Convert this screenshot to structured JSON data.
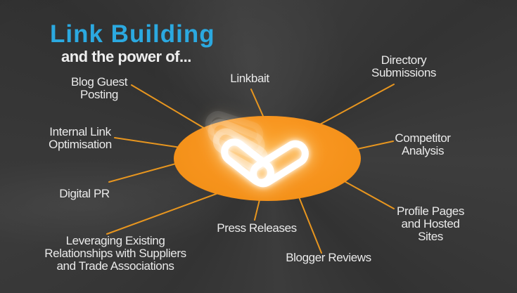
{
  "header": {
    "title": "Link Building",
    "subtitle": "and the power of..."
  },
  "center": {
    "icon": "chain-link",
    "shape": "orange-ellipse"
  },
  "colors": {
    "background": "#393939",
    "ellipse_orange": "#F7941E",
    "connector_orange": "#E8961F",
    "title_blue": "#2BA9E0",
    "label_text": "#EAEAEA",
    "chain_glow": "#FFFFFF"
  },
  "nodes": [
    {
      "id": "blog-guest-posting",
      "label": "Blog Guest\nPosting"
    },
    {
      "id": "linkbait",
      "label": "Linkbait"
    },
    {
      "id": "directory-submissions",
      "label": "Directory\nSubmissions"
    },
    {
      "id": "internal-link-optimisation",
      "label": "Internal Link\nOptimisation"
    },
    {
      "id": "competitor-analysis",
      "label": "Competitor\nAnalysis"
    },
    {
      "id": "digital-pr",
      "label": "Digital PR"
    },
    {
      "id": "profile-pages-and-hosted-sites",
      "label": "Profile Pages\nand Hosted Sites"
    },
    {
      "id": "leveraging-existing-relationships",
      "label": "Leveraging Existing\nRelationships with Suppliers\nand Trade Associations"
    },
    {
      "id": "press-releases",
      "label": "Press Releases"
    },
    {
      "id": "blogger-reviews",
      "label": "Blogger Reviews"
    }
  ]
}
